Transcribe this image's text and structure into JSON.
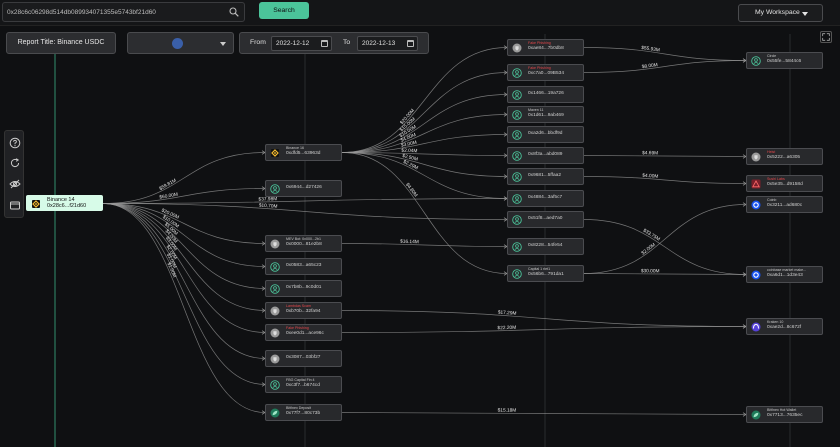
{
  "header": {
    "search_value": "0x28c6c06298d514db089934071355e5743bf21d60",
    "search_button": "Search",
    "workspace_label": "My Workspace"
  },
  "controls": {
    "report_title": "Report Title: Binance USDC",
    "asset_icon": "usdc-coin-icon",
    "from_label": "From",
    "from_date": "2022-12-12",
    "to_label": "To",
    "to_date": "2022-12-13"
  },
  "sidebar": {
    "icons": [
      "help-icon",
      "refresh-icon",
      "eye-off-icon",
      "wallet-icon"
    ]
  },
  "colors": {
    "accent": "#4bc49a",
    "root_node": "#d7fbe8",
    "warning_red": "#e5474b",
    "edge": "#9a9a9a"
  },
  "graph": {
    "nodes": [
      {
        "id": "root",
        "icon": "binance-icon",
        "label": "Binance 14",
        "address": "0x28c6...f21d60"
      },
      {
        "id": "b16",
        "icon": "binance-icon",
        "label": "Binance 16",
        "address": "0xdfd5...63963d"
      },
      {
        "id": "n6944",
        "icon": "person-icon",
        "label": "",
        "address": "0x6944...d27426"
      },
      {
        "id": "n3000",
        "icon": "shield-icon",
        "label": "MEV Bot: 0x000...2b1",
        "address": "0x0000...81e2b8"
      },
      {
        "id": "n0583",
        "icon": "person-icon",
        "label": "",
        "address": "0x0583...a65c23"
      },
      {
        "id": "n7b8b",
        "icon": "person-icon",
        "label": "",
        "address": "0x7b8b...9c0d01"
      },
      {
        "id": "n70b",
        "icon": "shield-icon",
        "label": "Lambdas Scam",
        "label_red": true,
        "address": "0xb70b...32fa94"
      },
      {
        "id": "nee0",
        "icon": "shield-icon",
        "label": "Fake Phishing",
        "label_red": true,
        "address": "0xee0d1...ace96c"
      },
      {
        "id": "n3087",
        "icon": "shield-icon",
        "label": "",
        "address": "0x3087...03bf27"
      },
      {
        "id": "fbg",
        "icon": "person-icon",
        "label": "FBG Capital Fin 4",
        "address": "0xc3f7...b674cd"
      },
      {
        "id": "bitfinex",
        "icon": "leaf-icon",
        "label": "Bitfinex Deposit",
        "address": "0x77f7...80c73b"
      },
      {
        "id": "m4a",
        "icon": "shield-icon",
        "label": "Fake Phishing",
        "label_red": true,
        "address": "0xae84...7b0db8"
      },
      {
        "id": "m7a0",
        "icon": "person-icon",
        "label": "Fake Phishing",
        "label_red": true,
        "address": "0xc7a0...09B534"
      },
      {
        "id": "m1466",
        "icon": "person-icon",
        "label": "",
        "address": "0x1466...19a726"
      },
      {
        "id": "maven",
        "icon": "person-icon",
        "label": "Maven 11",
        "address": "0x1d61...9ab469"
      },
      {
        "id": "ma2d6",
        "icon": "person-icon",
        "label": "",
        "address": "0xa2d6...bbdf9d"
      },
      {
        "id": "m8f3a",
        "icon": "person-icon",
        "label": "",
        "address": "0x8f3a...abd089"
      },
      {
        "id": "m9681",
        "icon": "person-icon",
        "label": "",
        "address": "0x9681...5ffaa2"
      },
      {
        "id": "m4884",
        "icon": "person-icon",
        "label": "",
        "address": "0x4884...3af5c7"
      },
      {
        "id": "m51f8",
        "icon": "person-icon",
        "label": "",
        "address": "0x51f8...aed7a0"
      },
      {
        "id": "m8228",
        "icon": "person-icon",
        "label": "",
        "address": "0x8228...54fe54"
      },
      {
        "id": "capital1",
        "icon": "person-icon",
        "label": "Capital 1 rlet1",
        "address": "0x56b6...791da1"
      },
      {
        "id": "circle",
        "icon": "person-icon",
        "label": "Circle",
        "address": "0x55fe...5844c6"
      },
      {
        "id": "r5222",
        "icon": "shield-icon",
        "label": "Heist",
        "label_red": true,
        "address": "0x5222...a6305"
      },
      {
        "id": "r5e35",
        "icon": "warning-icon",
        "label": "Sushi Labs",
        "label_red": true,
        "address": "0x5e35...d9158d"
      },
      {
        "id": "coinbase",
        "icon": "coinbase-icon",
        "label": "Coinb",
        "address": "0x3211...ad680c"
      },
      {
        "id": "cbmm",
        "icon": "coinbase-icon",
        "label": "coinbase market make...",
        "address": "0xa6d1...1d3e43"
      },
      {
        "id": "kraken",
        "icon": "kraken-icon",
        "label": "Kraken 10",
        "address": "0xae2d...8c672f"
      },
      {
        "id": "bithot",
        "icon": "leaf-icon",
        "label": "Bitfinex Hot Wallet",
        "address": "0x7713...7635ec"
      }
    ],
    "edges": [
      {
        "from": "root",
        "to": "b16",
        "amount": "$59.81M"
      },
      {
        "from": "root",
        "to": "n6944",
        "amount": "$60.00M"
      },
      {
        "from": "root",
        "to": "m4884",
        "amount": "$37.98M"
      },
      {
        "from": "root",
        "to": "m51f8",
        "amount": "$10.70M"
      },
      {
        "from": "root",
        "to": "n3000",
        "amount": "$20.00M"
      },
      {
        "from": "root",
        "to": "n0583",
        "amount": "$10.00M"
      },
      {
        "from": "root",
        "to": "n7b8b",
        "amount": "$5.00M"
      },
      {
        "from": "root",
        "to": "n70b",
        "amount": "$4.00M"
      },
      {
        "from": "root",
        "to": "nee0",
        "amount": "$3.00M"
      },
      {
        "from": "root",
        "to": "n3087",
        "amount": "$2.00M"
      },
      {
        "from": "root",
        "to": "fbg",
        "amount": "$1.00M"
      },
      {
        "from": "root",
        "to": "bitfinex",
        "amount": "$1.00M"
      },
      {
        "from": "b16",
        "to": "m4a",
        "amount": "$20.00M"
      },
      {
        "from": "b16",
        "to": "m7a0",
        "amount": "$15.00M"
      },
      {
        "from": "b16",
        "to": "m1466",
        "amount": "$10.00M"
      },
      {
        "from": "b16",
        "to": "maven",
        "amount": "$4.00M"
      },
      {
        "from": "b16",
        "to": "ma2d6",
        "amount": "$3.00M"
      },
      {
        "from": "b16",
        "to": "m8f3a",
        "amount": "$2.04M"
      },
      {
        "from": "b16",
        "to": "m9681",
        "amount": "$2.50M"
      },
      {
        "from": "b16",
        "to": "m4884",
        "amount": "$2.29M"
      },
      {
        "from": "b16",
        "to": "capital1",
        "amount": "$4.80M"
      },
      {
        "from": "n3000",
        "to": "m8228",
        "amount": "$16.14M"
      },
      {
        "from": "m4a",
        "to": "circle",
        "amount": "$55.93M"
      },
      {
        "from": "m7a0",
        "to": "circle",
        "amount": "$8.00M"
      },
      {
        "from": "m8f3a",
        "to": "r5222",
        "amount": "$4.69M"
      },
      {
        "from": "m9681",
        "to": "r5e35",
        "amount": "$4.00M"
      },
      {
        "from": "m51f8",
        "to": "cbmm",
        "amount": "$33.75M"
      },
      {
        "from": "capital1",
        "to": "coinbase",
        "amount": "$2.00M"
      },
      {
        "from": "capital1",
        "to": "cbmm",
        "amount": "$30.00M"
      },
      {
        "from": "n70b",
        "to": "kraken",
        "amount": "$17.29M"
      },
      {
        "from": "nee0",
        "to": "kraken",
        "amount": "$22.20M"
      },
      {
        "from": "bitfinex",
        "to": "bithot",
        "amount": "$15.18M"
      }
    ]
  }
}
